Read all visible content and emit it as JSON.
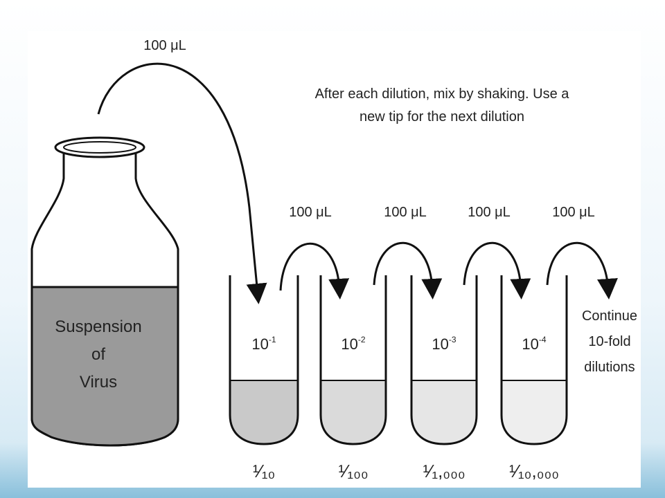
{
  "diagram": {
    "transfer_first": "100 μL",
    "instruction_line1": "After each dilution, mix by shaking. Use a",
    "instruction_line2": "new tip for the next dilution",
    "bottle": {
      "label_line1": "Suspension",
      "label_line2": "of",
      "label_line3": "Virus"
    },
    "tubes": [
      {
        "base": "10",
        "exp": "-1",
        "fraction": "¹⁄₁₀",
        "fill": "#c9c9c9"
      },
      {
        "base": "10",
        "exp": "-2",
        "fraction": "¹⁄₁₀₀",
        "fill": "#dadada"
      },
      {
        "base": "10",
        "exp": "-3",
        "fraction": "¹⁄₁,₀₀₀",
        "fill": "#e6e6e6"
      },
      {
        "base": "10",
        "exp": "-4",
        "fraction": "¹⁄₁₀,₀₀₀",
        "fill": "#eeeeee"
      }
    ],
    "transfers": [
      "100 μL",
      "100 μL",
      "100 μL",
      "100 μL"
    ],
    "continue_line1": "Continue",
    "continue_line2": "10-fold",
    "continue_line3": "dilutions"
  },
  "colors": {
    "liquid_bottle": "#9a9a9a",
    "stroke": "#111111"
  }
}
